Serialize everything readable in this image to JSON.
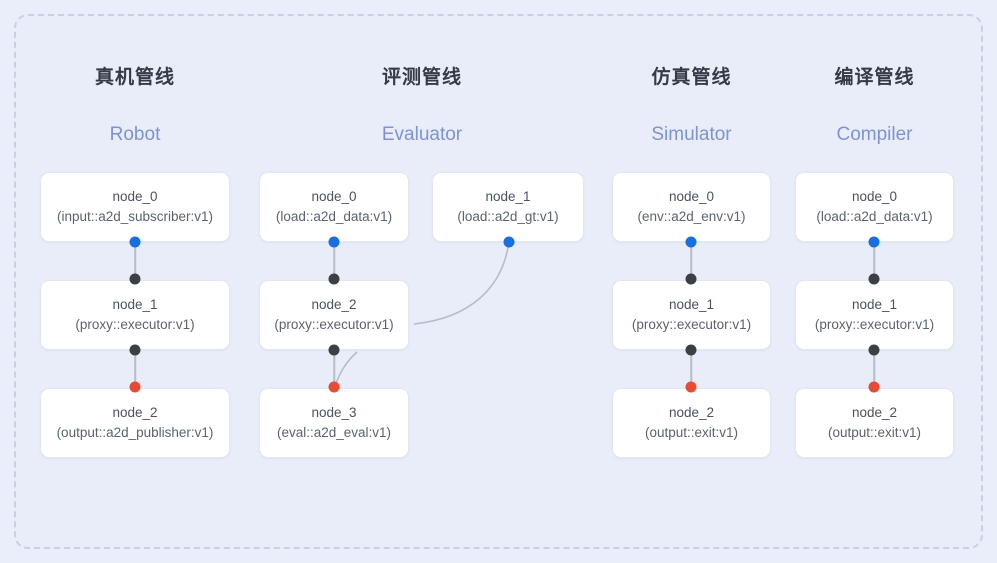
{
  "diagram": {
    "frame_label": "pipeline-graph-frame",
    "background_color": "#eaeefa",
    "frame_border_color": "#c8d0e4",
    "port_colors": {
      "input": "#1a6fe0",
      "intermediate": "#3c4043",
      "output": "#ea4a33"
    },
    "edge_color": "#b6bccb"
  },
  "columns": [
    {
      "id": "robot",
      "title_cn": "真机管线",
      "title_en": "Robot",
      "nodes": [
        {
          "name": "node_0",
          "kind": "(input::a2d_subscriber:v1)"
        },
        {
          "name": "node_1",
          "kind": "(proxy::executor:v1)"
        },
        {
          "name": "node_2",
          "kind": "(output::a2d_publisher:v1)"
        }
      ]
    },
    {
      "id": "evaluator",
      "title_cn": "评测管线",
      "title_en": "Evaluator",
      "nodes": [
        {
          "name": "node_0",
          "kind": "(load::a2d_data:v1)"
        },
        {
          "name": "node_1",
          "kind": "(load::a2d_gt:v1)"
        },
        {
          "name": "node_2",
          "kind": "(proxy::executor:v1)"
        },
        {
          "name": "node_3",
          "kind": "(eval::a2d_eval:v1)"
        }
      ]
    },
    {
      "id": "simulator",
      "title_cn": "仿真管线",
      "title_en": "Simulator",
      "nodes": [
        {
          "name": "node_0",
          "kind": "(env::a2d_env:v1)"
        },
        {
          "name": "node_1",
          "kind": "(proxy::executor:v1)"
        },
        {
          "name": "node_2",
          "kind": "(output::exit:v1)"
        }
      ]
    },
    {
      "id": "compiler",
      "title_cn": "编译管线",
      "title_en": "Compiler",
      "nodes": [
        {
          "name": "node_0",
          "kind": "(load::a2d_data:v1)"
        },
        {
          "name": "node_1",
          "kind": "(proxy::executor:v1)"
        },
        {
          "name": "node_2",
          "kind": "(output::exit:v1)"
        }
      ]
    }
  ]
}
